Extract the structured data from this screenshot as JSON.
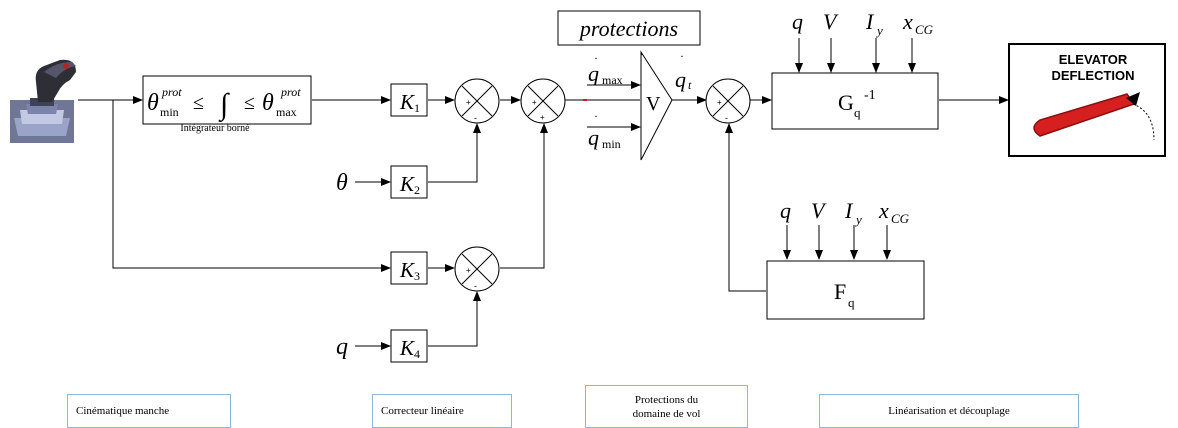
{
  "protections_label": "protections",
  "saturation": {
    "theta_min": "θ",
    "min_sub": "min",
    "prot_sup": "prot",
    "le": "≤",
    "integral": "∫",
    "theta_max": "θ",
    "max_sub": "max",
    "caption": "Intégrateur borné"
  },
  "gains": {
    "k1": "K",
    "k1_sub": "1",
    "k2": "K",
    "k2_sub": "2",
    "k3": "K",
    "k3_sub": "3",
    "k4": "K",
    "k4_sub": "4"
  },
  "inputs": {
    "theta": "θ",
    "q": "q"
  },
  "summers": {
    "plus": "+",
    "minus": "-"
  },
  "voter": {
    "symbol": "V",
    "q": "q",
    "max_sub": "max",
    "min_sub": "min",
    "t_sub": "t",
    "dot": "·"
  },
  "params": {
    "q": "q",
    "v": "V",
    "i": "I",
    "i_sub": "y",
    "x": "x",
    "x_sub": "CG"
  },
  "g_block": {
    "label": "G",
    "sub": "q",
    "sup": "-1"
  },
  "f_block": {
    "label": "F",
    "sub": "q"
  },
  "elevator": {
    "line1": "ELEVATOR",
    "line2": "DEFLECTION"
  },
  "captions": {
    "stick": "Cinématique manche",
    "linear": "Correcteur linéaire",
    "protections_line1": "Protections du",
    "protections_line2": "domaine de vol",
    "linearisation": "Linéarisation   et  découplage"
  },
  "colors": {
    "caption_border": "#8fb6d8",
    "deflection_red": "#d61f1f",
    "joystick_base": "#9aa3c8"
  }
}
